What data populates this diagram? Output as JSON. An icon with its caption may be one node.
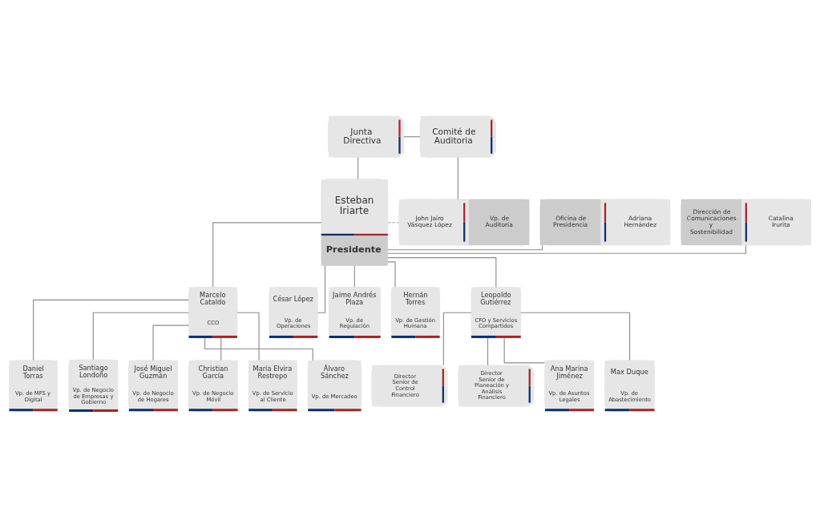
{
  "diagram": {
    "nodes": [
      {
        "text": [
          "Junta Directiva"
        ]
      },
      {
        "text": [
          "Comité de Auditoria"
        ]
      },
      {
        "text": [
          "Dirección de Comunicaciones y Sostenibilidad",
          "Catalina Irurita"
        ]
      },
      {
        "text": [
          "Oficina de Presidencia",
          "Adriana Hernández"
        ]
      },
      {
        "text": [
          "Esteban Iriarte",
          "Presidente"
        ]
      },
      {
        "text": [
          "John Jairo Vásquez López",
          "Vp. de Auditoría"
        ]
      },
      {
        "text": [
          "Marcelo Cataldo",
          "CCO"
        ]
      },
      {
        "text": [
          "César López",
          "Vp. de Operaciones"
        ]
      },
      {
        "text": [
          "Jaime Andrés Plaza",
          "Vp. de Regulación"
        ]
      },
      {
        "text": [
          "Hernán Torres",
          "Vp. de Gestión Humana"
        ]
      },
      {
        "text": [
          "Leopoldo Gutiérrez",
          "CFO y Servicios Compartidos"
        ]
      },
      {
        "text": [
          "Director Senior de Control Financiero"
        ]
      },
      {
        "text": [
          "Director Senior de Planeación y Análisis Financiero"
        ]
      },
      {
        "text": [
          "Daniel Torras",
          "Vp. de MFS y Digital"
        ]
      },
      {
        "text": [
          "Santiago Londoño",
          "Vp. de Negocio de Empresas y Gobierno"
        ]
      },
      {
        "text": [
          "José Miguel Guzmán",
          "Vp. de Negocio de Hogares"
        ]
      },
      {
        "text": [
          "Christian García",
          "Vp. de Negocio Móvil"
        ]
      },
      {
        "text": [
          "María Elvira Restrepo",
          "Vp. de Servicio al Cliente"
        ]
      },
      {
        "text": [
          "Álvaro Sánchez",
          "Vp. de Mercadeo"
        ]
      },
      {
        "text": [
          "Ana Marina Jiménez",
          "Vp. de Asuntos Legales"
        ]
      },
      {
        "text": [
          "Max Duque",
          "Vp. de Abastecimiento"
        ]
      }
    ],
    "edges": [
      {
        "from": 0,
        "to": 1,
        "arrow": "none"
      },
      {
        "from": 0,
        "to": 4,
        "arrow": "none"
      },
      {
        "from": 1,
        "to": 5,
        "arrow": "none"
      },
      {
        "from": 4,
        "to": 2,
        "arrow": "none"
      },
      {
        "from": 4,
        "to": 3,
        "arrow": "none"
      },
      {
        "from": 4,
        "to": 5,
        "arrow": "none",
        "style": "dashed"
      },
      {
        "from": 4,
        "to": 6,
        "arrow": "none"
      },
      {
        "from": 4,
        "to": 7,
        "arrow": "none"
      },
      {
        "from": 4,
        "to": 8,
        "arrow": "none"
      },
      {
        "from": 4,
        "to": 9,
        "arrow": "none"
      },
      {
        "from": 4,
        "to": 10,
        "arrow": "none"
      },
      {
        "from": 10,
        "to": 11,
        "arrow": "none"
      },
      {
        "from": 10,
        "to": 12,
        "arrow": "none"
      },
      {
        "from": 6,
        "to": 13,
        "arrow": "none"
      },
      {
        "from": 6,
        "to": 14,
        "arrow": "none"
      },
      {
        "from": 6,
        "to": 15,
        "arrow": "none"
      },
      {
        "from": 6,
        "to": 16,
        "arrow": "none"
      },
      {
        "from": 6,
        "to": 17,
        "arrow": "none"
      },
      {
        "from": 6,
        "to": 18,
        "arrow": "none"
      },
      {
        "from": 10,
        "to": 19,
        "arrow": "none"
      },
      {
        "from": 10,
        "to": 20,
        "arrow": "none"
      }
    ]
  }
}
